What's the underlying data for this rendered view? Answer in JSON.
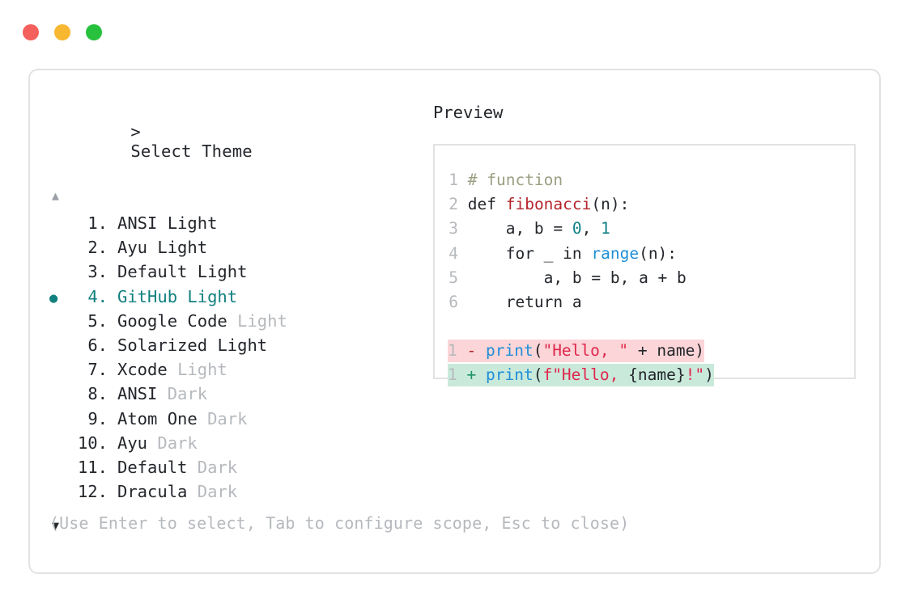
{
  "window": {
    "dots": [
      {
        "name": "close",
        "color": "#f4605c"
      },
      {
        "name": "minimize",
        "color": "#f7b731"
      },
      {
        "name": "maximize",
        "color": "#27c13e"
      }
    ]
  },
  "selector": {
    "prompt_caret": ">",
    "prompt_label": "Select Theme",
    "scroll_up_icon": "▲",
    "scroll_down_icon": "▼",
    "bullet_icon": "●",
    "selected_index": 4,
    "accent_color": "#12807f",
    "items": [
      {
        "num": "1.",
        "name": "ANSI",
        "variant": "Light",
        "variant_dim": false,
        "selected": false
      },
      {
        "num": "2.",
        "name": "Ayu",
        "variant": "Light",
        "variant_dim": false,
        "selected": false
      },
      {
        "num": "3.",
        "name": "Default",
        "variant": "Light",
        "variant_dim": false,
        "selected": false
      },
      {
        "num": "4.",
        "name": "GitHub",
        "variant": "Light",
        "variant_dim": false,
        "selected": true
      },
      {
        "num": "5.",
        "name": "Google Code",
        "variant": "Light",
        "variant_dim": true,
        "selected": false
      },
      {
        "num": "6.",
        "name": "Solarized",
        "variant": "Light",
        "variant_dim": false,
        "selected": false
      },
      {
        "num": "7.",
        "name": "Xcode",
        "variant": "Light",
        "variant_dim": true,
        "selected": false
      },
      {
        "num": "8.",
        "name": "ANSI",
        "variant": "Dark",
        "variant_dim": true,
        "selected": false
      },
      {
        "num": "9.",
        "name": "Atom One",
        "variant": "Dark",
        "variant_dim": true,
        "selected": false
      },
      {
        "num": "10.",
        "name": "Ayu",
        "variant": "Dark",
        "variant_dim": true,
        "selected": false
      },
      {
        "num": "11.",
        "name": "Default",
        "variant": "Dark",
        "variant_dim": true,
        "selected": false
      },
      {
        "num": "12.",
        "name": "Dracula",
        "variant": "Dark",
        "variant_dim": true,
        "selected": false
      }
    ],
    "hint": "(Use Enter to select, Tab to configure scope, Esc to close)"
  },
  "preview": {
    "label": "Preview",
    "code_lines": [
      {
        "ln": "1",
        "tokens": [
          {
            "t": "# function",
            "c": "comment"
          }
        ]
      },
      {
        "ln": "2",
        "tokens": [
          {
            "t": "def ",
            "c": "kw"
          },
          {
            "t": "fibonacci",
            "c": "fn"
          },
          {
            "t": "(n):",
            "c": "plain"
          }
        ]
      },
      {
        "ln": "3",
        "tokens": [
          {
            "t": "    a, b = ",
            "c": "plain"
          },
          {
            "t": "0",
            "c": "num"
          },
          {
            "t": ", ",
            "c": "plain"
          },
          {
            "t": "1",
            "c": "num"
          }
        ]
      },
      {
        "ln": "4",
        "tokens": [
          {
            "t": "    for _ in ",
            "c": "plain"
          },
          {
            "t": "range",
            "c": "builtin"
          },
          {
            "t": "(n):",
            "c": "plain"
          }
        ]
      },
      {
        "ln": "5",
        "tokens": [
          {
            "t": "        a, b = b, a + b",
            "c": "plain"
          }
        ]
      },
      {
        "ln": "6",
        "tokens": [
          {
            "t": "    return a",
            "c": "plain"
          }
        ]
      }
    ],
    "diff": [
      {
        "ln": "1",
        "mark": "-",
        "kind": "del",
        "bg": "#fbd5d7",
        "tokens": [
          {
            "t": "print",
            "c": "fnblue"
          },
          {
            "t": "(",
            "c": "plain"
          },
          {
            "t": "\"Hello, \"",
            "c": "str"
          },
          {
            "t": " + name)",
            "c": "plain"
          }
        ]
      },
      {
        "ln": "1",
        "mark": "+",
        "kind": "add",
        "bg": "#c9e9db",
        "tokens": [
          {
            "t": "print",
            "c": "fnblue"
          },
          {
            "t": "(",
            "c": "plain"
          },
          {
            "t": "f\"Hello, ",
            "c": "str"
          },
          {
            "t": "{name}",
            "c": "plain"
          },
          {
            "t": "!\"",
            "c": "str"
          },
          {
            "t": ")",
            "c": "plain"
          }
        ]
      }
    ]
  }
}
